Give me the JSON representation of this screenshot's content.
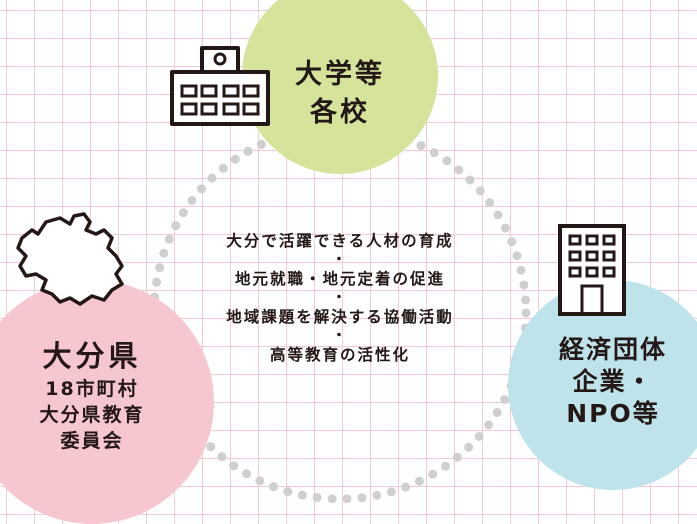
{
  "colors": {
    "background": "#ffffff",
    "grid": "#f3c9d3",
    "university_circle": "#d6e39b",
    "prefecture_circle": "#f6c7cf",
    "business_circle": "#bfe3ea",
    "dotted_ring": "#cfcfcf",
    "text": "#231815"
  },
  "university": {
    "line1": "大学等",
    "line2": "各校",
    "icon": "school-building-icon"
  },
  "prefecture": {
    "title": "大分県",
    "line1": "18市町村",
    "line2": "大分県教育",
    "line3": "委員会",
    "icon": "oita-map-icon"
  },
  "business": {
    "line1": "経済団体",
    "line2": "企業・",
    "line3": "NPO等",
    "icon": "office-building-icon"
  },
  "center": {
    "line1": "大分で活躍できる人材の育成",
    "line2": "地元就職・地元定着の促進",
    "line3": "地域課題を解決する協働活動",
    "line4": "高等教育の活性化",
    "separator": "・"
  }
}
